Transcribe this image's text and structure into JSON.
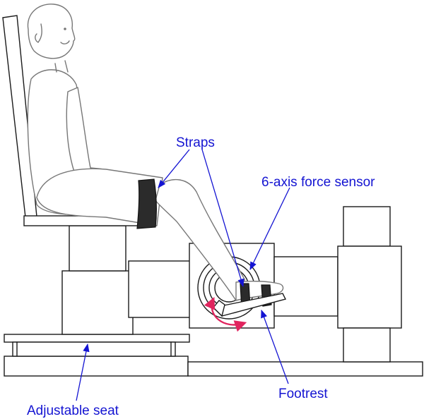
{
  "labels": {
    "straps": "Straps",
    "force_sensor": "6-axis force sensor",
    "footrest": "Footrest",
    "adjustable_seat": "Adjustable seat"
  },
  "colors": {
    "label_blue": "#1414d2",
    "rotation_arrow": "#e0245e",
    "outline": "#1a1a1a",
    "person_outline": "#777777",
    "strap_fill": "#2b2b2b"
  }
}
